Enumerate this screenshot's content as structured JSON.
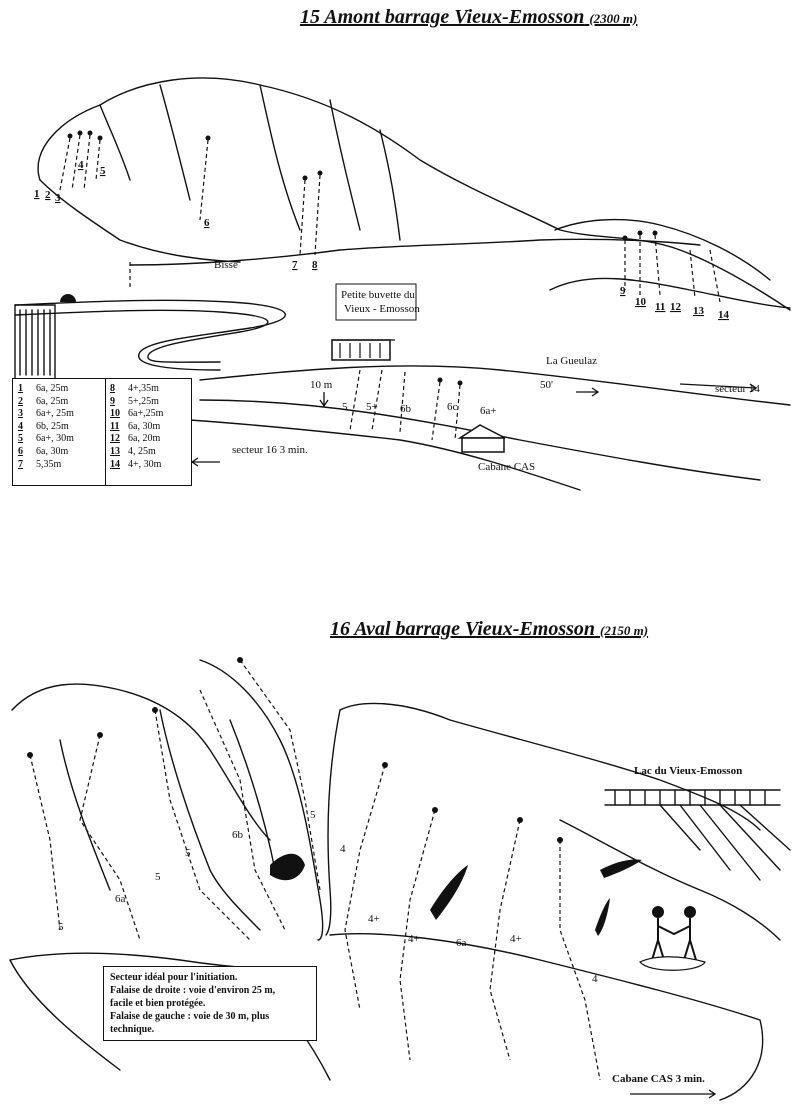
{
  "topo15": {
    "title": "15  Amont barrage Vieux-Emosson",
    "altitude": "(2300 m)",
    "labels": {
      "bisse": "Bisse",
      "buvette_line1": "Petite buvette du",
      "buvette_line2": "Vieux - Emosson",
      "gueulaz": "La Gueulaz",
      "fifty": "50'",
      "secteur14": "secteur 14",
      "secteur16": "secteur  16  3 min.",
      "cabane": "Cabane CAS",
      "ten_m": "10 m"
    },
    "route_numbers": [
      "1",
      "2",
      "3",
      "4",
      "5",
      "6",
      "7",
      "8",
      "9",
      "10",
      "11",
      "12",
      "13",
      "14"
    ],
    "grades_on_face": [
      "5",
      "5+",
      "6b",
      "6c",
      "6a+"
    ],
    "legend": [
      {
        "n": "1",
        "v": "6a, 25m"
      },
      {
        "n": "2",
        "v": "6a, 25m"
      },
      {
        "n": "3",
        "v": "6a+, 25m"
      },
      {
        "n": "4",
        "v": "6b, 25m"
      },
      {
        "n": "5",
        "v": "6a+, 30m"
      },
      {
        "n": "6",
        "v": "6a, 30m"
      },
      {
        "n": "7",
        "v": "5,35m"
      },
      {
        "n": "8",
        "v": "4+,35m"
      },
      {
        "n": "9",
        "v": "5+,25m"
      },
      {
        "n": "10",
        "v": "6a+,25m"
      },
      {
        "n": "11",
        "v": "6a, 30m"
      },
      {
        "n": "12",
        "v": "6a, 20m"
      },
      {
        "n": "13",
        "v": "4, 25m"
      },
      {
        "n": "14",
        "v": "4+, 30m"
      }
    ]
  },
  "topo16": {
    "title": "16  Aval barrage Vieux-Emosson",
    "altitude": "(2150 m)",
    "labels": {
      "lac": "Lac du Vieux-Emosson",
      "cabane": "Cabane CAS  3 min."
    },
    "grades": [
      "5",
      "6a",
      "5",
      "5",
      "6b",
      "5",
      "4",
      "4+",
      "4+",
      "6a",
      "4+",
      "4"
    ],
    "note": [
      "Secteur idéal pour l'initiation.",
      "Falaise de droite : voie d'environ 25 m,",
      "facile et bien protégée.",
      "Falaise de gauche : voie de 30 m, plus",
      "technique."
    ]
  }
}
